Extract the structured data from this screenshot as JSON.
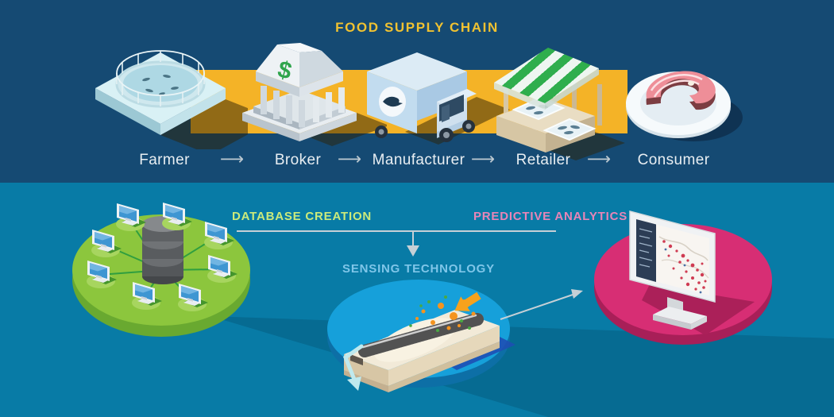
{
  "title": "FOOD SUPPLY CHAIN",
  "chain": {
    "arrow_glyph": "⟶",
    "dollar_glyph": "$",
    "stages": [
      {
        "label": "Farmer",
        "icon": "fish-farm-icon"
      },
      {
        "label": "Broker",
        "icon": "bank-icon"
      },
      {
        "label": "Manufacturer",
        "icon": "delivery-truck-icon"
      },
      {
        "label": "Retailer",
        "icon": "market-stall-icon"
      },
      {
        "label": "Consumer",
        "icon": "salmon-plate-icon"
      }
    ]
  },
  "technology": {
    "database_label": "DATABASE CREATION",
    "sensing_label": "SENSING TECHNOLOGY",
    "analytics_label": "PREDICTIVE ANALYTICS"
  },
  "colors": {
    "top_background": "#154a73",
    "bottom_background": "#087ba6",
    "band_yellow": "#f4b327",
    "title_yellow": "#f0c231",
    "database_green": "#cbea7b",
    "analytics_pink": "#e885b7",
    "sensing_blue": "#7fc6e9",
    "disc_green": "#8cc63d",
    "disc_blue": "#16a0da",
    "disc_pink": "#d72e74"
  }
}
